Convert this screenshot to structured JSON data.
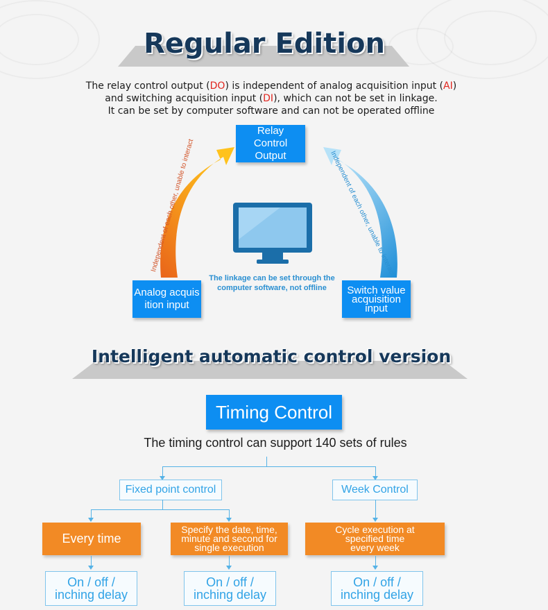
{
  "regular": {
    "title": "Regular Edition",
    "intro_line1_a": "The relay control output (",
    "intro_line1_do": "DO",
    "intro_line1_b": ") is independent of analog acquisition input (",
    "intro_line1_ai": "AI",
    "intro_line1_c": ")",
    "intro_line2_a": "and switching acquisition input (",
    "intro_line2_di": "DI",
    "intro_line2_b": "), which can not be set in linkage.",
    "intro_line3": "It can be set by computer software and can not be operated offline",
    "relay_box": "Relay Control Output",
    "analog_box": "Analog acquisition input",
    "switch_box": "Switch value acquisition input",
    "left_arrow_label": "Independent of each other, unable to interact",
    "right_arrow_label": "Independent of each other, unable to interact",
    "monitor_caption_line1": "The linkage can be set through the",
    "monitor_caption_line2": "computer software, not offline",
    "monitor_icon": "monitor-icon"
  },
  "intelligent": {
    "title": "Intelligent automatic control version",
    "timing_box": "Timing Control",
    "subtitle": "The timing control can support 140 sets of rules",
    "fixed_point": "Fixed point control",
    "week_control": "Week Control",
    "every_time": "Every time",
    "specify_line1": "Specify the date, time,",
    "specify_line2": "minute and second for",
    "specify_line3": "single execution",
    "cycle_line1": "Cycle execution at",
    "cycle_line2": "specified time",
    "cycle_line3": "every week",
    "delay_line1": "On / off /",
    "delay_line2": "inching delay"
  },
  "colors": {
    "title_text": "#16385a",
    "blue_box": "#0d8ef2",
    "orange_box": "#f28a25",
    "outline": "#31a3e6",
    "highlight": "#e0261f"
  }
}
